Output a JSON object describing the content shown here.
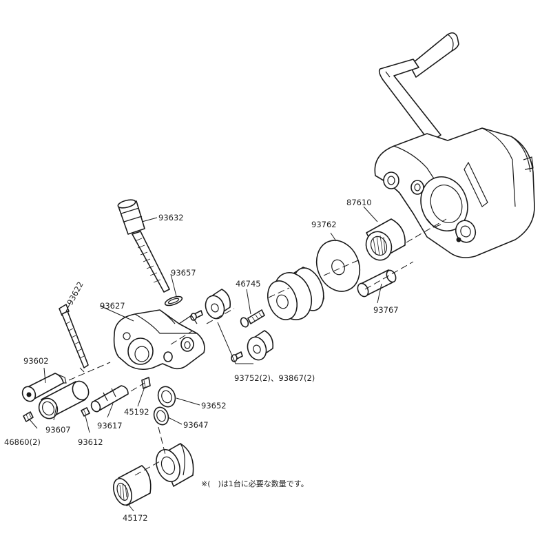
{
  "part_numbers": {
    "p93632": "93632",
    "p93657": "93657",
    "p93622": "93622",
    "p93627": "93627",
    "p93602": "93602",
    "p93607": "93607",
    "p93612": "93612",
    "p46860": "46860(2)",
    "p93617": "93617",
    "p45192": "45192",
    "p93652": "93652",
    "p93647": "93647",
    "p45172": "45172",
    "p46745": "46745",
    "p93752": "93752(2)、93867(2)",
    "p93762": "93762",
    "p87610": "87610",
    "p93767": "93767"
  },
  "note": "※(　)は1台に必要な数量です。"
}
